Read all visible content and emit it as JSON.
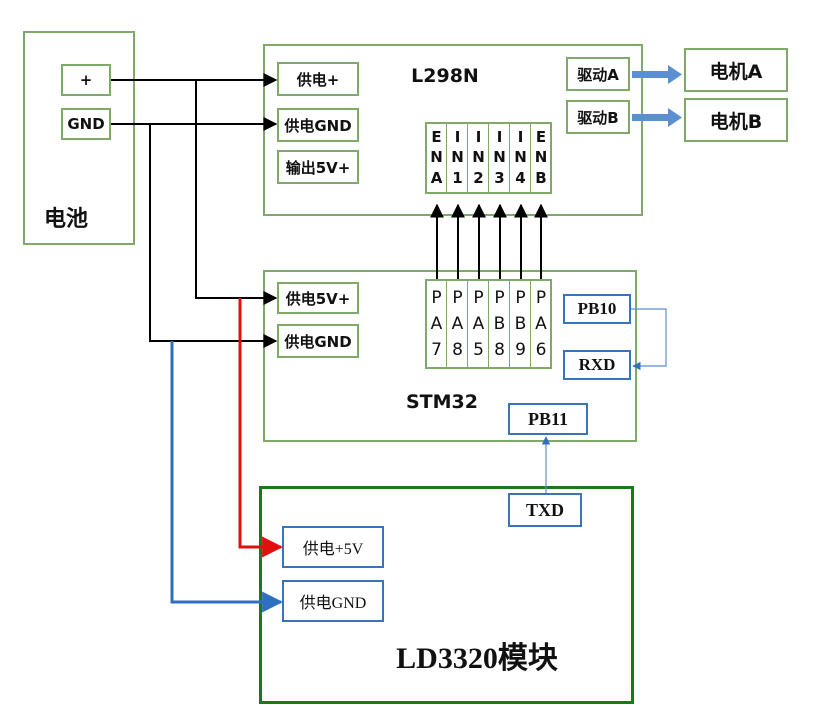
{
  "battery": {
    "title": "电池",
    "plus": "+",
    "gnd": "GND"
  },
  "l298n": {
    "title": "L298N",
    "power_plus": "供电+",
    "power_gnd": "供电GND",
    "out5v": "输出5V+",
    "drive_a": "驱动A",
    "drive_b": "驱动B",
    "pins": [
      [
        "E",
        "N",
        "A"
      ],
      [
        "I",
        "N",
        "1"
      ],
      [
        "I",
        "N",
        "2"
      ],
      [
        "I",
        "N",
        "3"
      ],
      [
        "I",
        "N",
        "4"
      ],
      [
        "E",
        "N",
        "B"
      ]
    ]
  },
  "motors": {
    "a": "电机A",
    "b": "电机B"
  },
  "stm32": {
    "title": "STM32",
    "power_5v": "供电5V+",
    "power_gnd": "供电GND",
    "pins": [
      [
        "P",
        "A",
        "7"
      ],
      [
        "P",
        "A",
        "8"
      ],
      [
        "P",
        "A",
        "5"
      ],
      [
        "P",
        "B",
        "8"
      ],
      [
        "P",
        "B",
        "9"
      ],
      [
        "P",
        "A",
        "6"
      ]
    ],
    "pb10": "PB10",
    "rxd": "RXD",
    "pb11": "PB11"
  },
  "ld3320": {
    "title": "LD3320模块",
    "power_5v": "供电+5V",
    "power_gnd": "供电GND",
    "txd": "TXD"
  },
  "colors": {
    "wire_black": "#000000",
    "wire_red": "#e01010",
    "wire_blue": "#2f6fbf",
    "box_green": "#7fa968",
    "arrow_blue": "#5b8fd0"
  }
}
